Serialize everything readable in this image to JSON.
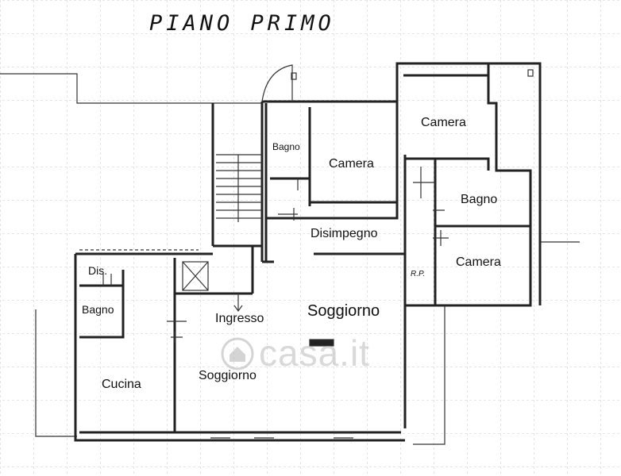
{
  "title": "PIANO PRIMO",
  "rooms": {
    "bagno_top": "Bagno",
    "camera_top": "Camera",
    "camera_right_top": "Camera",
    "bagno_right": "Bagno",
    "camera_right_bottom": "Camera",
    "disimpegno": "Disimpegno",
    "dis": "Dis.",
    "bagno_left": "Bagno",
    "ingresso": "Ingresso",
    "soggiorno_large": "Soggiorno",
    "soggiorno": "Soggiorno",
    "cucina": "Cucina",
    "rp": "R.P."
  },
  "watermark": "casa.it"
}
